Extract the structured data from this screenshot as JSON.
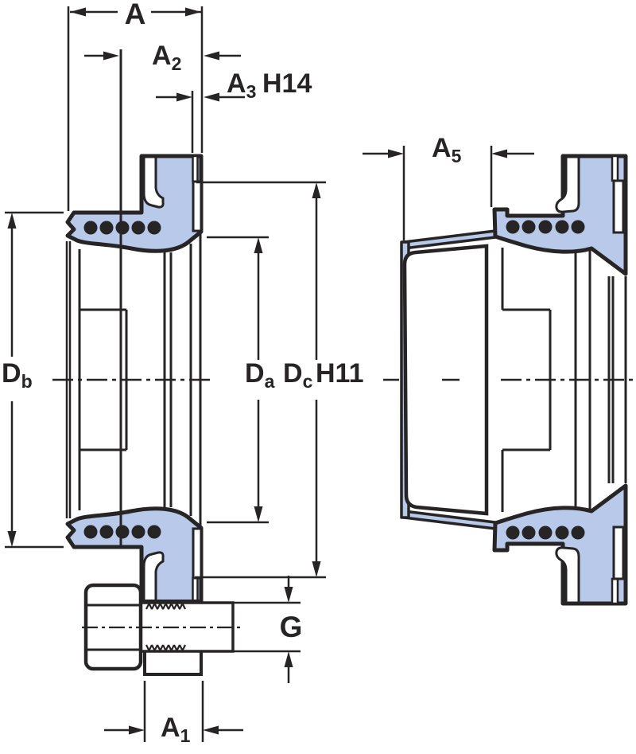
{
  "drawing": {
    "type": "technical-cross-section",
    "description": "Two seal cross-section figures with dimension annotations",
    "colors": {
      "section_fill": "#b9c9e9",
      "line": "#272425",
      "background": "#ffffff"
    }
  },
  "dimensions": {
    "a": {
      "main": "A",
      "sub": ""
    },
    "a2": {
      "main": "A",
      "sub": "2"
    },
    "a3": {
      "main": "A",
      "sub": "3",
      "suffix": "H14"
    },
    "a5": {
      "main": "A",
      "sub": "5"
    },
    "db": {
      "main": "D",
      "sub": "b"
    },
    "da": {
      "main": "D",
      "sub": "a"
    },
    "dc": {
      "main": "D",
      "sub": "c",
      "suffix": "H11"
    },
    "g": {
      "main": "G",
      "sub": ""
    },
    "a1": {
      "main": "A",
      "sub": "1"
    }
  }
}
